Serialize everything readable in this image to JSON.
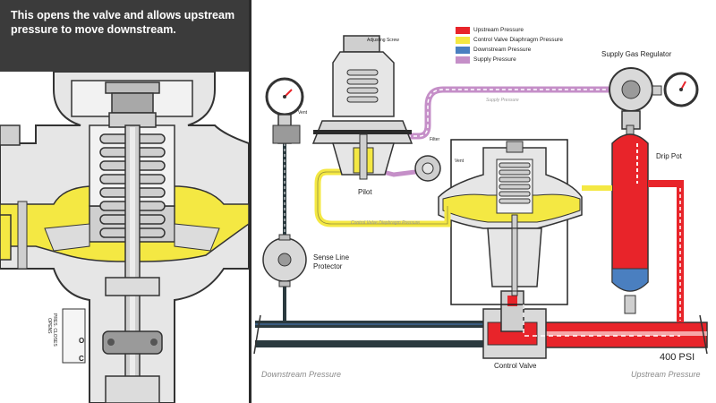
{
  "caption": {
    "line1": "This opens the valve and allows upstream",
    "line2": "pressure to move downstream."
  },
  "left_panel": {
    "closes_label": "PRES. CLOSES",
    "opens_label": "OPENS",
    "o_label": "O",
    "c_label": "C"
  },
  "legend": [
    {
      "label": "Upstream Pressure",
      "color": "#e8242a"
    },
    {
      "label": "Control Valve Diaphragm Pressure",
      "color": "#f4e843"
    },
    {
      "label": "Downstream Pressure",
      "color": "#4a7fc0"
    },
    {
      "label": "Supply Pressure",
      "color": "#c58fc8"
    }
  ],
  "labels": {
    "adjusting_screw": "Adjusting Screw",
    "supply_gas_regulator": "Supply Gas Regulator",
    "supply_pressure_line": "Supply Pressure",
    "vent_1": "Vent",
    "vent_2": "Vent",
    "filter": "Filter",
    "pilot": "Pilot",
    "drip_pot": "Drip Pot",
    "cv_diaphragm_line": "Control Valve Diaphragm Pressure",
    "sense_line_protector_1": "Sense Line",
    "sense_line_protector_2": "Protector",
    "control_valve": "Control Valve",
    "psi": "400 PSI",
    "downstream_pressure": "Downstream Pressure",
    "upstream_pressure": "Upstream Pressure"
  },
  "colors": {
    "upstream": "#e8242a",
    "diaphragm": "#f4e843",
    "downstream": "#4a7fc0",
    "supply": "#c58fc8",
    "body_gray": "#d9d9d9",
    "dark_pipe": "#2b3a3f"
  }
}
